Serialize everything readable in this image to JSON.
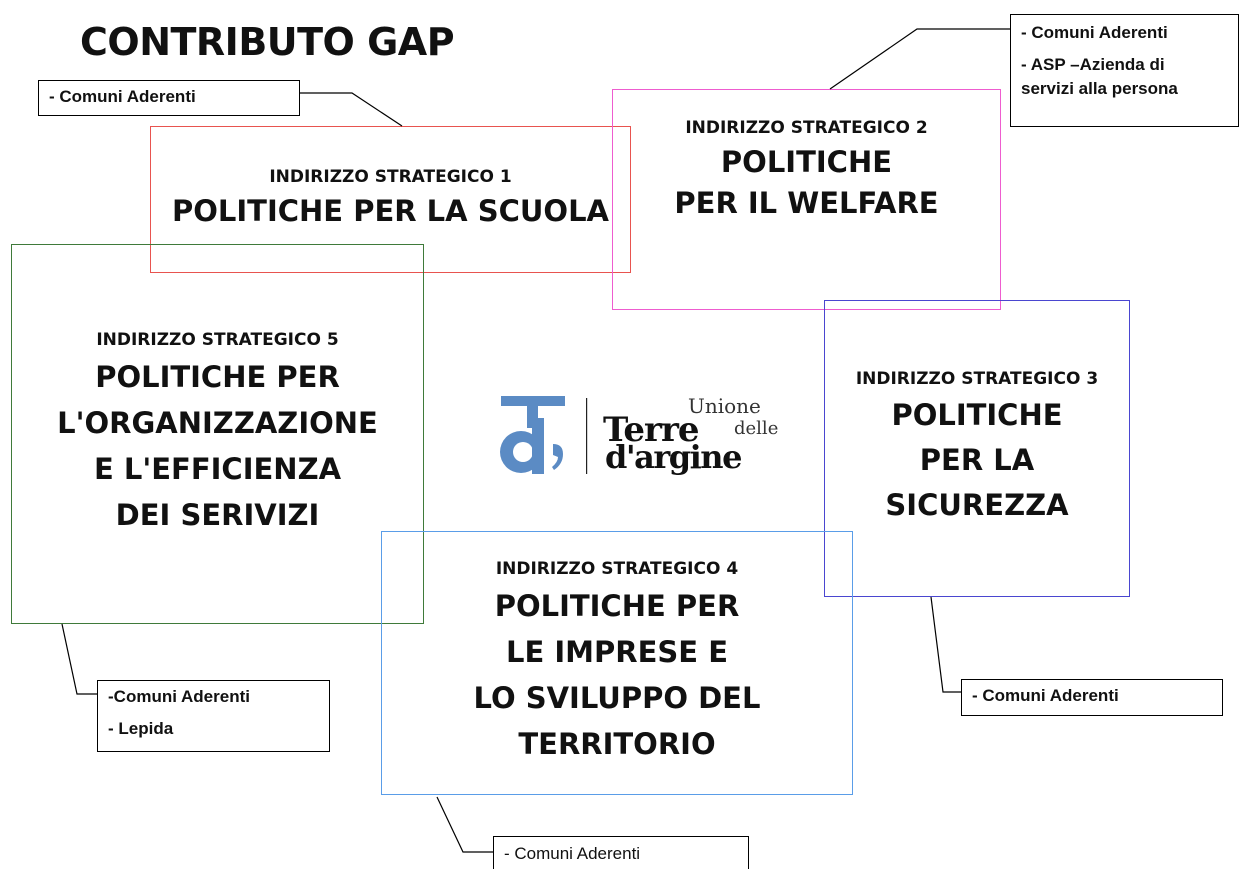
{
  "title": "CONTRIBUTO GAP",
  "boxes": {
    "b1": {
      "sub": "INDIRIZZO STRATEGICO 1",
      "main": [
        "POLITICHE PER LA SCUOLA"
      ],
      "color": "#e8534f"
    },
    "b2": {
      "sub": "INDIRIZZO STRATEGICO 2",
      "main": [
        "POLITICHE",
        "PER IL WELFARE"
      ],
      "color": "#ee5ccf"
    },
    "b3": {
      "sub": "INDIRIZZO STRATEGICO 3",
      "main": [
        "POLITICHE",
        "PER LA",
        "SICUREZZA"
      ],
      "color": "#4a46d0"
    },
    "b4": {
      "sub": "INDIRIZZO STRATEGICO 4",
      "main": [
        "POLITICHE PER",
        "LE IMPRESE E",
        "LO SVILUPPO DEL",
        "TERRITORIO"
      ],
      "color": "#5a9de8"
    },
    "b5": {
      "sub": "INDIRIZZO STRATEGICO 5",
      "main": [
        "POLITICHE PER",
        "L'ORGANIZZAZIONE",
        "E L'EFFICIENZA",
        "DEI SERIVIZI"
      ],
      "color": "#3f7a3a"
    }
  },
  "tags": {
    "t1": [
      "- Comuni Aderenti"
    ],
    "t2": [
      "- Comuni Aderenti",
      "- ASP –Azienda di",
      "servizi alla persona"
    ],
    "t3": [
      "- Comuni Aderenti"
    ],
    "t4": [
      "- Comuni Aderenti"
    ],
    "t5": [
      "-Comuni Aderenti",
      "-  Lepida"
    ]
  },
  "logo": {
    "mark": "d",
    "line1": "Unione",
    "line2": "delle",
    "line3": "Terre",
    "line4": "d'argine",
    "color": "#5b8bc4"
  }
}
